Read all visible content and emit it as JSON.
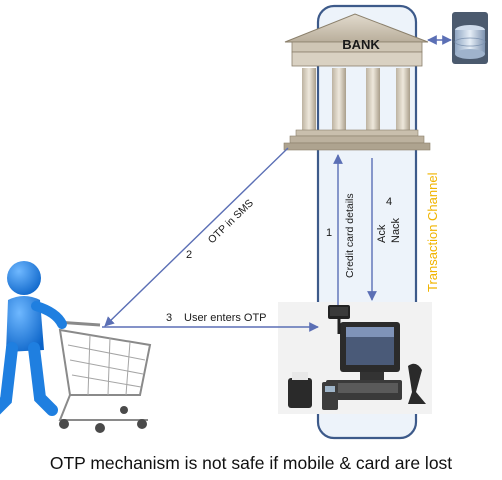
{
  "bank": {
    "label": "BANK"
  },
  "channel": {
    "label": "Transaction Channel"
  },
  "steps": {
    "s1": {
      "number": "1",
      "text": "Credit card details"
    },
    "s2": {
      "number": "2",
      "text": "OTP in SMS"
    },
    "s3": {
      "number": "3",
      "text": "User enters OTP"
    },
    "s4": {
      "number": "4",
      "line1": "Ack",
      "line2": "Nack"
    }
  },
  "caption": "OTP mechanism is not safe if mobile & card are lost",
  "colors": {
    "channel_border": "#3d5a8a",
    "channel_fill": "#dfe9f5",
    "channel_text": "#f0b400",
    "arrow": "#5b6fb5",
    "person": "#1f7fe0"
  }
}
